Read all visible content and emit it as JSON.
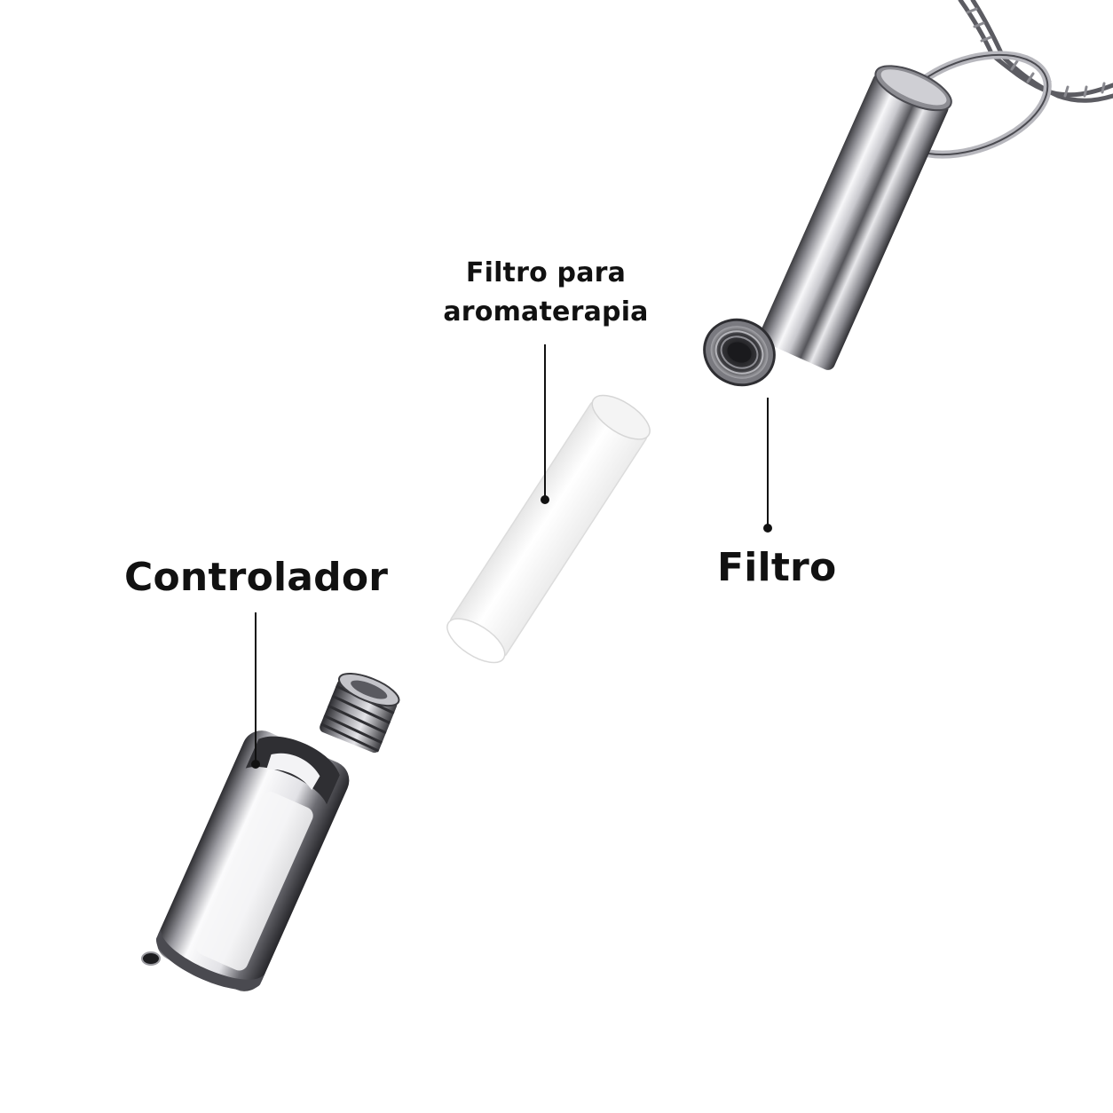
{
  "labels": {
    "aroma_filter": "Filtro para aromaterapia",
    "aroma_filter_line1": "Filtro para",
    "aroma_filter_line2": "aromaterapia",
    "controller": "Controlador",
    "filter": "Filtro"
  },
  "parts": [
    {
      "name": "Controlador",
      "icon": "threaded-cap-icon"
    },
    {
      "name": "Filtro para aromaterapia",
      "icon": "felt-stick-icon"
    },
    {
      "name": "Filtro",
      "icon": "tube-pendant-icon"
    }
  ],
  "colors": {
    "text": "#111111",
    "leader": "#111111",
    "metal_light": "#f4f4f6",
    "metal_dark": "#3a3a3e",
    "felt": "#fbfbfb"
  }
}
